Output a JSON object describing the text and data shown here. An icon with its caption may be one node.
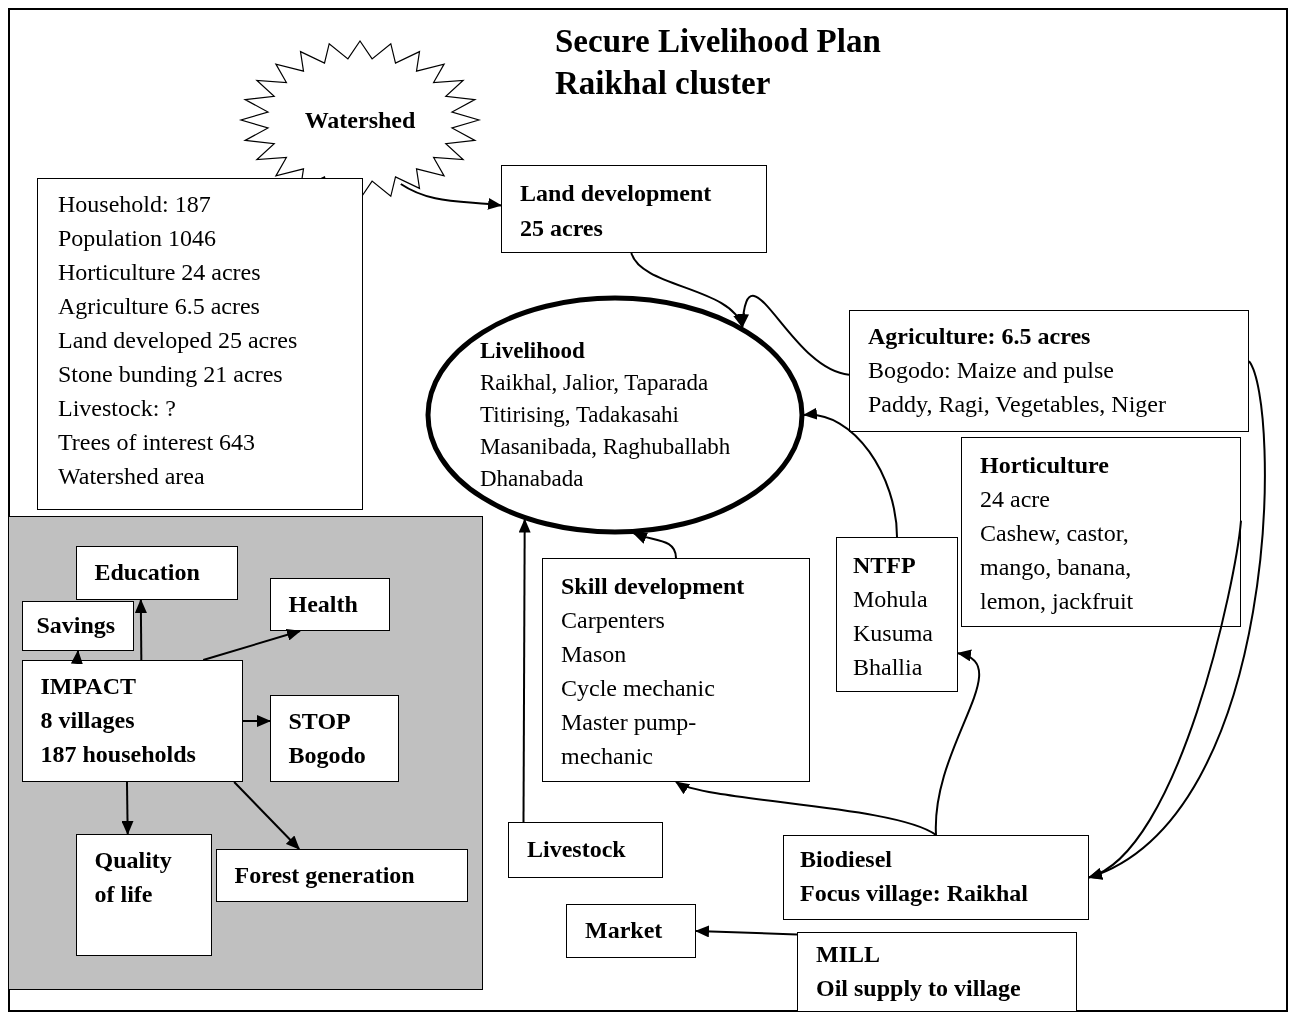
{
  "diagram": {
    "title": "Secure Livelihood Plan Raikhal cluster",
    "nodes": [
      {
        "text": [
          "Watershed"
        ]
      },
      {
        "text": [
          "Household: 187",
          "Population 1046",
          "Horticulture 24 acres",
          "Agriculture 6.5 acres",
          "Land developed 25 acres",
          "Stone bunding 21 acres",
          "Livestock: ?",
          "Trees of interest 643",
          "Watershed area"
        ]
      },
      {
        "text": [
          "Land development 25 acres"
        ]
      },
      {
        "text": [
          "Livelihood",
          "Raikhal, Jalior, Taparada",
          "Titirising, Tadakasahi",
          "Masanibada, Raghuballabh",
          "Dhanabada"
        ]
      },
      {
        "text": [
          "Agriculture: 6.5 acres",
          "Bogodo: Maize and pulse",
          "Paddy, Ragi, Vegetables, Niger"
        ]
      },
      {
        "text": [
          "Horticulture",
          "24 acre",
          "Cashew, castor, mango, banana, lemon, jackfruit"
        ]
      },
      {
        "text": [
          "NTFP",
          "Mohula",
          "Kusuma",
          "Bhallia"
        ]
      },
      {
        "text": [
          "Skill development",
          "Carpenters",
          "Mason",
          "Cycle mechanic",
          "Master pump-mechanic"
        ]
      },
      {
        "text": [
          "Livestock"
        ]
      },
      {
        "text": [
          "Biodiesel",
          "Focus village: Raikhal"
        ]
      },
      {
        "text": [
          "Market"
        ]
      },
      {
        "text": [
          "MILL",
          "Oil supply to village"
        ]
      },
      {
        "text": [],
        "shape": "box"
      },
      {
        "text": [
          "Education"
        ],
        "in": 12
      },
      {
        "text": [
          "Savings"
        ],
        "in": 12
      },
      {
        "text": [
          "Health"
        ],
        "in": 12
      },
      {
        "text": [
          "IMPACT",
          "8 villages",
          "187 households"
        ],
        "in": 12
      },
      {
        "text": [
          "STOP Bogodo"
        ],
        "in": 12
      },
      {
        "text": [
          "Quality of life"
        ],
        "in": 12
      },
      {
        "text": [
          "Forest generation"
        ],
        "in": 12
      }
    ],
    "edges": [
      {
        "from": 0,
        "to": 2,
        "arrow": "to"
      },
      {
        "from": 2,
        "to": 3,
        "arrow": "to"
      },
      {
        "from": 4,
        "to": 3,
        "arrow": "to"
      },
      {
        "from": 6,
        "to": 3,
        "arrow": "to"
      },
      {
        "from": 7,
        "to": 3,
        "arrow": "to"
      },
      {
        "from": 8,
        "to": 3,
        "arrow": "to"
      },
      {
        "from": 4,
        "to": 9,
        "arrow": "to"
      },
      {
        "from": 5,
        "to": 9,
        "arrow": "to"
      },
      {
        "from": 9,
        "to": 6,
        "arrow": "to"
      },
      {
        "from": 9,
        "to": 7,
        "arrow": "to"
      },
      {
        "from": 11,
        "to": 10,
        "arrow": "to"
      },
      {
        "from": 16,
        "to": 14,
        "arrow": "to"
      },
      {
        "from": 16,
        "to": 13,
        "arrow": "to"
      },
      {
        "from": 16,
        "to": 15,
        "arrow": "to"
      },
      {
        "from": 16,
        "to": 17,
        "arrow": "to"
      },
      {
        "from": 16,
        "to": 18,
        "arrow": "to"
      },
      {
        "from": 16,
        "to": 19,
        "arrow": "to"
      }
    ]
  }
}
